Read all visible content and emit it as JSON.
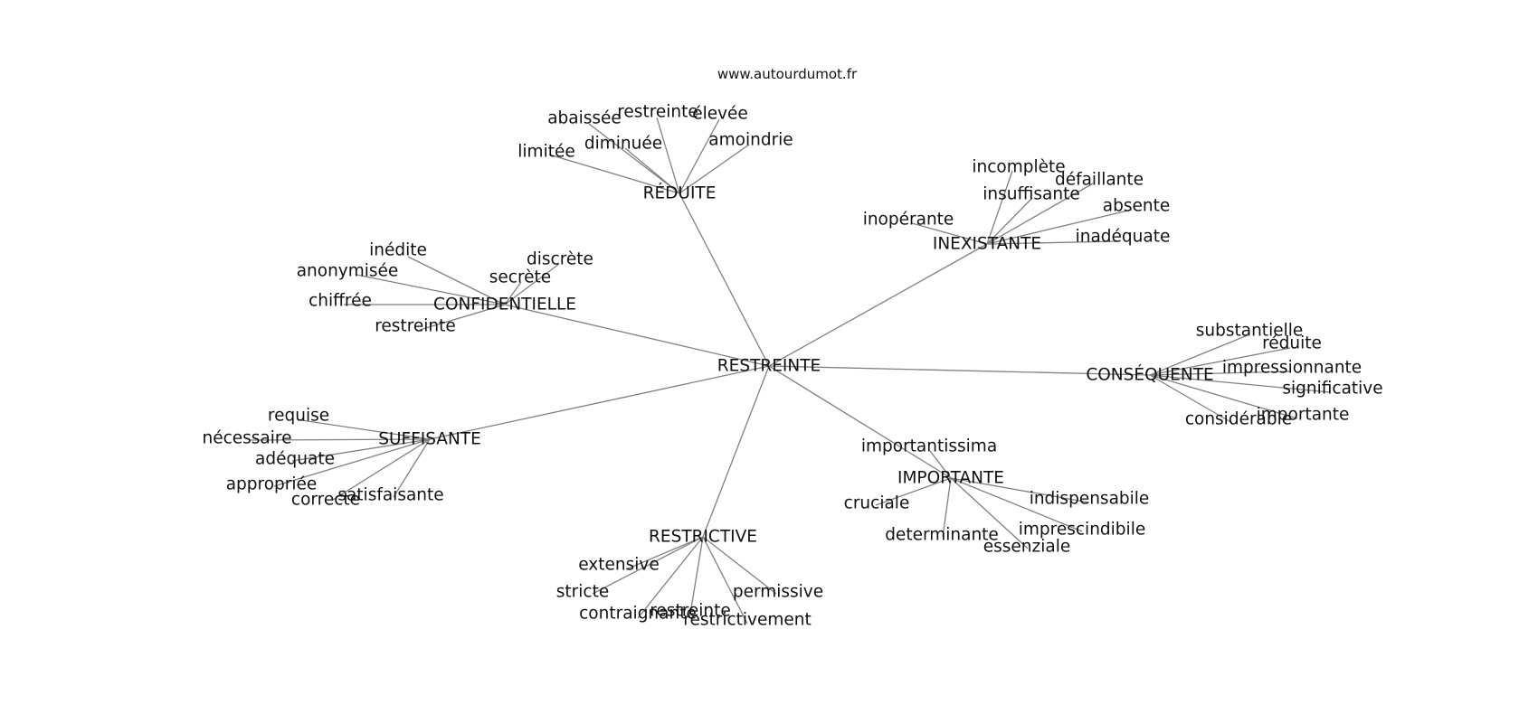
{
  "site": "www.autourdumot.fr",
  "graph": {
    "center": "RESTREINTE",
    "clusters": [
      {
        "label": "RÉDUITE",
        "words": [
          "abaissée",
          "restreinte",
          "élevée",
          "diminuée",
          "amoindrie",
          "limitée"
        ]
      },
      {
        "label": "INEXISTANTE",
        "words": [
          "incomplète",
          "défaillante",
          "insuffisante",
          "absente",
          "inopérante",
          "inadéquate"
        ]
      },
      {
        "label": "CONFIDENTIELLE",
        "words": [
          "inédite",
          "discrète",
          "anonymisée",
          "secrète",
          "chiffrée",
          "restreinte"
        ]
      },
      {
        "label": "CONSÉQUENTE",
        "words": [
          "substantielle",
          "réduite",
          "impressionnante",
          "significative",
          "importante",
          "considérable"
        ]
      },
      {
        "label": "SUFFISANTE",
        "words": [
          "requise",
          "nécessaire",
          "adéquate",
          "appropriée",
          "satisfaisante",
          "correcte"
        ]
      },
      {
        "label": "IMPORTANTE",
        "words": [
          "importantissima",
          "indispensabile",
          "cruciale",
          "imprescindibile",
          "determinante",
          "essenziale"
        ]
      },
      {
        "label": "RESTRICTIVE",
        "words": [
          "extensive",
          "stricte",
          "permissive",
          "contraignante",
          "restreinte",
          "restrictivement"
        ]
      }
    ]
  }
}
